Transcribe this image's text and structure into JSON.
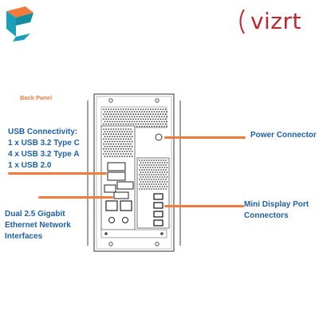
{
  "brand": {
    "name": "vizrt",
    "color": "#c0272d"
  },
  "colors": {
    "accent": "#f07b3c",
    "label": "#1f5fa8",
    "logo_teal": "#1aa0b6",
    "logo_orange": "#f07b3c"
  },
  "title": "Back Panel",
  "labels": {
    "usb": {
      "heading": "USB Connectivity:",
      "lines": [
        "1 x USB 3.2 Type C",
        "4 x USB 3.2 Type A",
        "1 x USB 2.0"
      ]
    },
    "ethernet": {
      "lines": [
        "Dual 2.5 Gigabit",
        "Ethernet Network",
        "Interfaces"
      ]
    },
    "power": "Power Connector",
    "mini_dp": {
      "lines": [
        "Mini Display Port",
        "Connectors"
      ]
    }
  }
}
